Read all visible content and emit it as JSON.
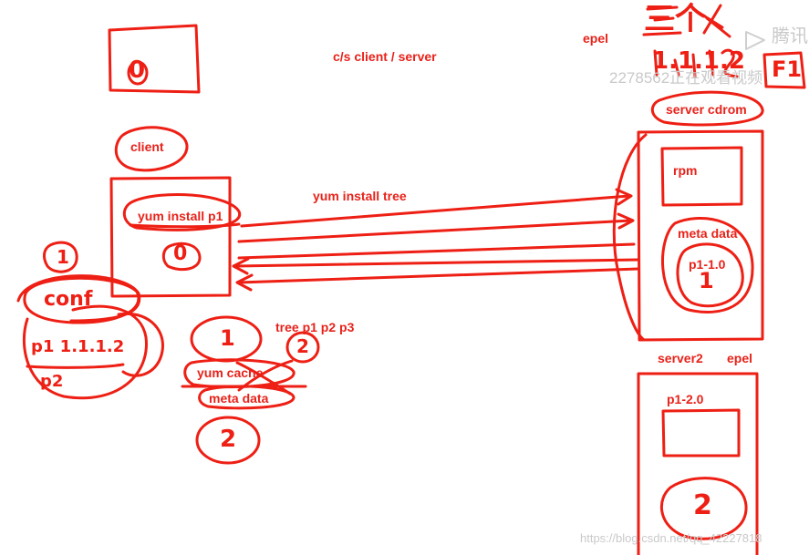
{
  "labels": {
    "title": "c/s client / server",
    "epel_top": "epel",
    "client": "client",
    "yum_install_p1": "yum install p1",
    "yum_install_tree": "yum install tree",
    "tree_deps": "tree p1 p2 p3",
    "yum_cache": "yum cache",
    "meta_data_client": "meta data",
    "server_cdrom": "server  cdrom",
    "rpm": "rpm",
    "meta_data_server": "meta data",
    "p1_1": "p1-1.0",
    "server2": "server2",
    "epel_server2": "epel",
    "p1_2": "p1-2.0"
  },
  "handwriting": {
    "zero": "0",
    "zero_small": "0",
    "one_circle": "1",
    "conf": "conf",
    "p1_version": "p1  1.1.1.2",
    "p2": "p2",
    "one_under_yum": "1",
    "two_small": "2",
    "two_under_meta": "2",
    "one_server": "1",
    "two_server2": "2",
    "top_chars": "三个",
    "top_version": "1.1.1.2",
    "top_box": "F1"
  },
  "watermarks": {
    "viewer": "2278562正在观看视频",
    "brand": "腾讯",
    "url": "https://blog.csdn.net/qq_42227818"
  },
  "colors": {
    "ink": "#ee1f14",
    "label": "#e8221a",
    "watermark": "#c9c9c9"
  }
}
